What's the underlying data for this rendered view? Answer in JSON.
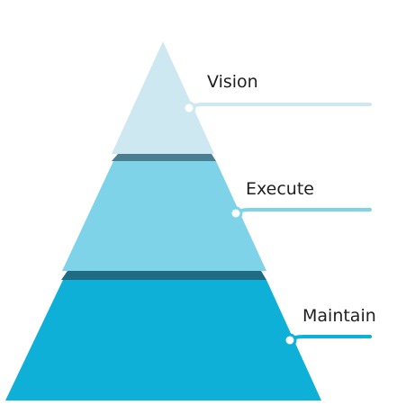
{
  "pyramid": {
    "levels": [
      {
        "label": "Vision",
        "fill": "#cde8f0",
        "line": "#cde8f0"
      },
      {
        "label": "Execute",
        "fill": "#7fd3e8",
        "line": "#7fd3e8"
      },
      {
        "label": "Maintain",
        "fill": "#0fb0d8",
        "line": "#0fb0d8"
      }
    ],
    "band_colors": [
      "#4a7e90",
      "#1f6b83"
    ]
  }
}
